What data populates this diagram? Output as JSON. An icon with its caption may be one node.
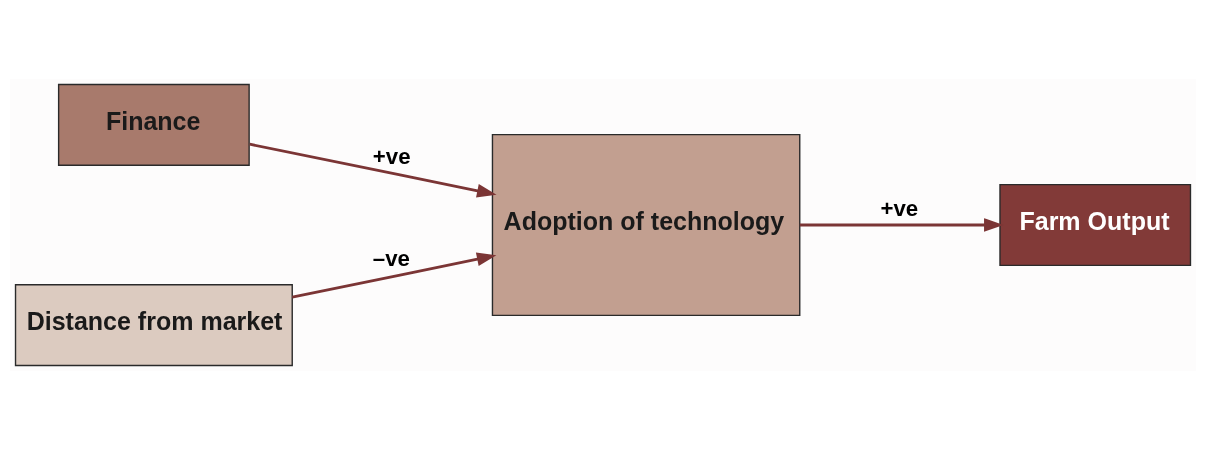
{
  "diagram": {
    "nodes": [
      {
        "text": [
          "Finance"
        ]
      },
      {
        "text": [
          "Distance from market"
        ]
      },
      {
        "text": [
          "Adoption of technology"
        ]
      },
      {
        "text": [
          "Farm Output"
        ]
      }
    ],
    "edges": [
      {
        "from": 0,
        "to": 2,
        "arrow": "to",
        "label": "+ve"
      },
      {
        "from": 1,
        "to": 2,
        "arrow": "to",
        "label": "–ve"
      },
      {
        "from": 2,
        "to": 3,
        "arrow": "to",
        "label": "+ve"
      }
    ]
  }
}
